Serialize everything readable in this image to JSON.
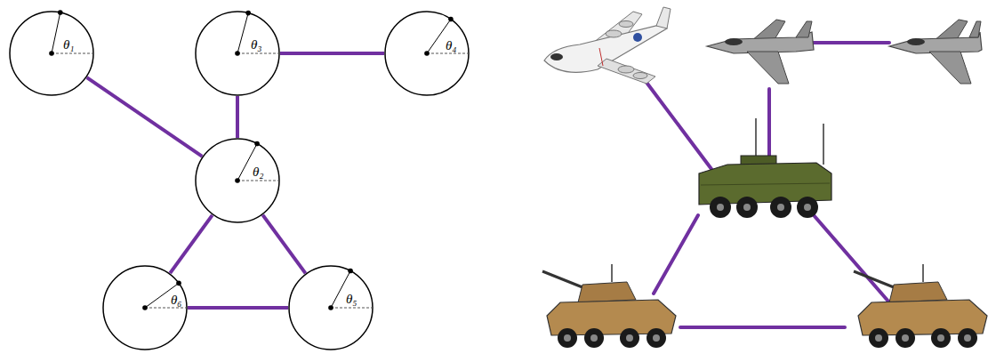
{
  "diagram": {
    "nodes": [
      {
        "text": [
          "θ₁"
        ]
      },
      {
        "text": [
          "θ₃"
        ]
      },
      {
        "text": [
          "θ₄"
        ]
      },
      {
        "text": [
          "θ₂"
        ]
      },
      {
        "text": [
          "θ₆"
        ]
      },
      {
        "text": [
          "θ₅"
        ]
      }
    ],
    "edges": [
      {
        "from": 0,
        "to": 3,
        "arrow": "none"
      },
      {
        "from": 1,
        "to": 2,
        "arrow": "none"
      },
      {
        "from": 1,
        "to": 3,
        "arrow": "none"
      },
      {
        "from": 3,
        "to": 4,
        "arrow": "none"
      },
      {
        "from": 3,
        "to": 5,
        "arrow": "none"
      },
      {
        "from": 4,
        "to": 5,
        "arrow": "none"
      }
    ]
  }
}
